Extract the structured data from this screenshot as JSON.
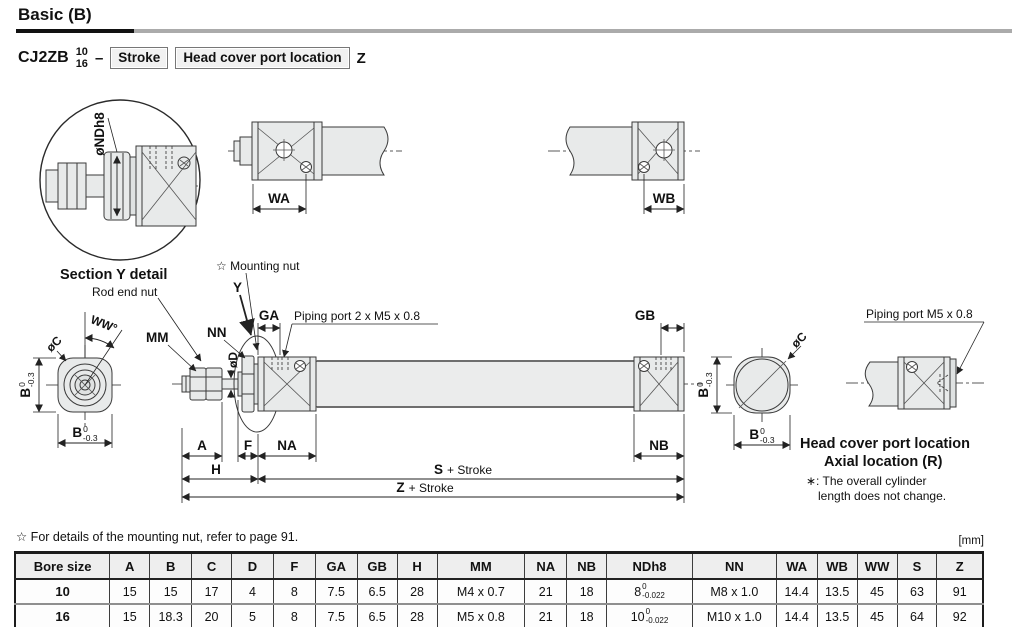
{
  "page": {
    "title": "Basic (B)",
    "unit_label": "[mm]",
    "footnote": "☆ For details of the mounting nut, refer to page 91."
  },
  "model": {
    "prefix": "CJ2ZB",
    "bore_top": "10",
    "bore_bottom": "16",
    "dash": "–",
    "box_stroke": "Stroke",
    "box_port": "Head cover port location",
    "suffix": "Z"
  },
  "diagram": {
    "nd_label": "øNDh8",
    "section_caption": "Section Y detail",
    "rod_end_nut": "Rod end nut",
    "wa": "WA",
    "wb": "WB",
    "mounting_nut_note": "☆ Mounting nut",
    "y": "Y",
    "mm": "MM",
    "nn": "NN",
    "od": "øD",
    "ga": "GA",
    "gb": "GB",
    "piping_port_2": "Piping port 2 x M5 x 0.8",
    "piping_port_1": "Piping port M5 x 0.8",
    "a": "A",
    "f": "F",
    "na": "NA",
    "nb": "NB",
    "h": "H",
    "s": "S",
    "z": "Z",
    "plus_stroke": "+ Stroke",
    "oc": "øC",
    "ww": "WW°",
    "b": "B",
    "tol0": "0",
    "tol03": "-0.3",
    "axial_title1": "Head cover port location",
    "axial_title2": "Axial location (R)",
    "axial_note1": "∗: The overall cylinder",
    "axial_note2": "length does not change."
  },
  "table": {
    "headers": {
      "bore": "Bore size",
      "a": "A",
      "b": "B",
      "c": "C",
      "d": "D",
      "f": "F",
      "ga": "GA",
      "gb": "GB",
      "h": "H",
      "mm": "MM",
      "na": "NA",
      "nb": "NB",
      "ndh8": "NDh8",
      "nn": "NN",
      "wa": "WA",
      "wb": "WB",
      "ww": "WW",
      "s": "S",
      "z": "Z"
    },
    "rows": [
      {
        "bore": "10",
        "a": "15",
        "b": "15",
        "c": "17",
        "d": "4",
        "f": "8",
        "ga": "7.5",
        "gb": "6.5",
        "h": "28",
        "mm": "M4 x 0.7",
        "na": "21",
        "nb": "18",
        "ndh8": {
          "base": "8",
          "tol_top": "0",
          "tol_bottom": "-0.022"
        },
        "nn": "M8 x 1.0",
        "wa": "14.4",
        "wb": "13.5",
        "ww": "45",
        "s": "63",
        "z": "91"
      },
      {
        "bore": "16",
        "a": "15",
        "b": "18.3",
        "c": "20",
        "d": "5",
        "f": "8",
        "ga": "7.5",
        "gb": "6.5",
        "h": "28",
        "mm": "M5 x 0.8",
        "na": "21",
        "nb": "18",
        "ndh8": {
          "base": "10",
          "tol_top": "0",
          "tol_bottom": "-0.022"
        },
        "nn": "M10 x 1.0",
        "wa": "14.4",
        "wb": "13.5",
        "ww": "45",
        "s": "64",
        "z": "92"
      }
    ]
  }
}
